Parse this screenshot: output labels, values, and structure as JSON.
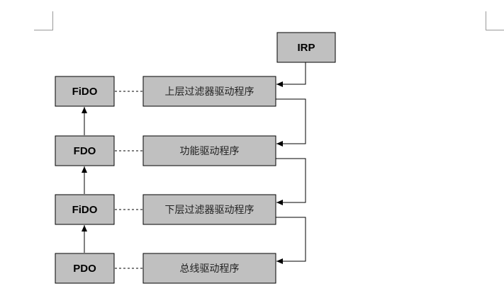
{
  "irp_label": "IRP",
  "device_objects": [
    "FiDO",
    "FDO",
    "FiDO",
    "PDO"
  ],
  "drivers": [
    "上层过滤器驱动程序",
    "功能驱动程序",
    "下层过滤器驱动程序",
    "总线驱动程序"
  ]
}
